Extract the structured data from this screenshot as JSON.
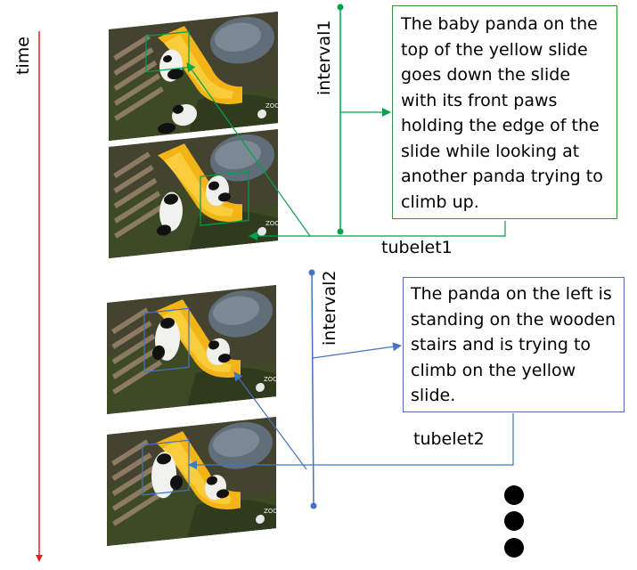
{
  "time_label": "time",
  "interval1": {
    "label": "interval1",
    "caption": "The baby panda on the top of the yellow slide goes down the slide with its front paws holding the edge of the slide while looking at another panda trying to climb up.",
    "tubelet_label": "tubelet1",
    "color": "#00a14b"
  },
  "interval2": {
    "label": "interval2",
    "caption": "The panda on the left is standing on the wooden stairs and is trying to climb on the yellow slide.",
    "tubelet_label": "tubelet2",
    "color": "#4472c4"
  },
  "time_axis_color": "#e0201b",
  "frames": [
    {
      "watermark": "ZOO"
    },
    {
      "watermark": "ZOO"
    },
    {
      "watermark": "ZOO"
    },
    {
      "watermark": "ZOO"
    }
  ],
  "ellipsis": "three-dots"
}
